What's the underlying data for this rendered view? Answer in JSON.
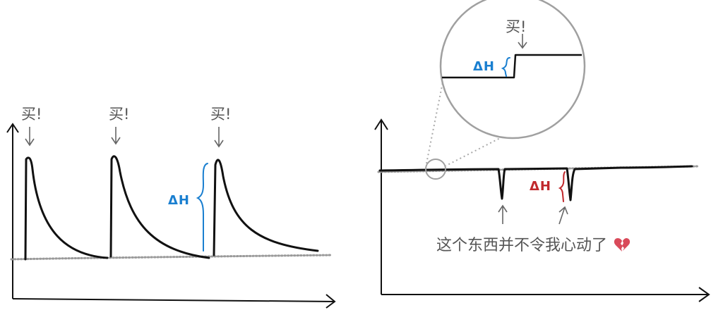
{
  "left_panel": {
    "buy_labels": [
      "买!",
      "买!",
      "买!"
    ],
    "delta_label": "ΔH"
  },
  "right_panel": {
    "zoom_buy_label": "买!",
    "zoom_delta_label": "ΔH",
    "dip_delta_label": "ΔH",
    "caption": "这个东西并不令我心动了",
    "caption_icon": "broken-heart-icon"
  },
  "colors": {
    "ink": "#111111",
    "baseline": "#9a9a9a",
    "blue": "#1a7fd0",
    "red": "#c0282c",
    "heart": "#d94a5a"
  }
}
